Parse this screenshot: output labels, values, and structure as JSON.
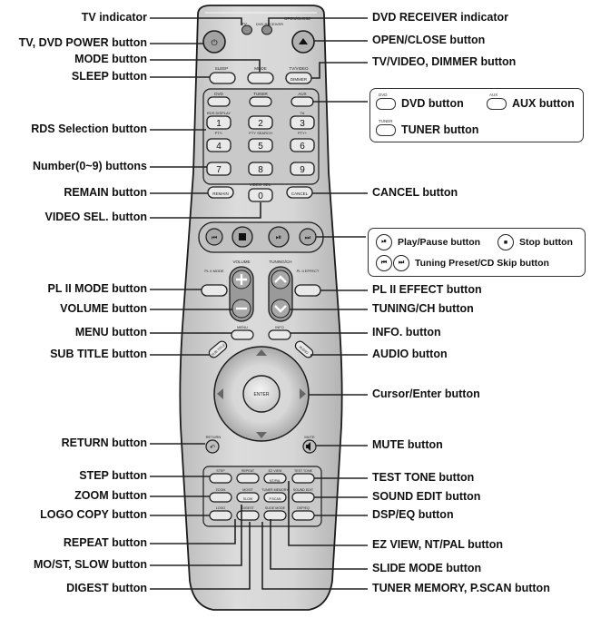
{
  "labels_left": [
    {
      "id": "tv-indicator",
      "text": "TV indicator"
    },
    {
      "id": "tv-dvd-power-button",
      "text": "TV, DVD POWER button"
    },
    {
      "id": "mode-button",
      "text": "MODE button"
    },
    {
      "id": "sleep-button",
      "text": "SLEEP button"
    },
    {
      "id": "rds-selection-button",
      "text": "RDS Selection button"
    },
    {
      "id": "number-buttons",
      "text": "Number(0~9) buttons"
    },
    {
      "id": "remain-button",
      "text": "REMAIN button"
    },
    {
      "id": "video-sel-button",
      "text": "VIDEO SEL. button"
    },
    {
      "id": "pl2-mode-button",
      "text": "PL II MODE button"
    },
    {
      "id": "volume-button",
      "text": "VOLUME button"
    },
    {
      "id": "menu-button",
      "text": "MENU button"
    },
    {
      "id": "subtitle-button",
      "text": "SUB TITLE button"
    },
    {
      "id": "return-button",
      "text": "RETURN button"
    },
    {
      "id": "step-button",
      "text": "STEP button"
    },
    {
      "id": "zoom-button",
      "text": "ZOOM button"
    },
    {
      "id": "logo-copy-button",
      "text": "LOGO COPY button"
    },
    {
      "id": "repeat-button",
      "text": "REPEAT button"
    },
    {
      "id": "mo-st-slow-button",
      "text": "MO/ST, SLOW button"
    },
    {
      "id": "digest-button",
      "text": "DIGEST button"
    }
  ],
  "labels_right": [
    {
      "id": "dvd-receiver-indicator",
      "text": "DVD RECEIVER indicator"
    },
    {
      "id": "open-close-button",
      "text": "OPEN/CLOSE button"
    },
    {
      "id": "tv-video-dimmer-button",
      "text": "TV/VIDEO, DIMMER button"
    },
    {
      "id": "cancel-button",
      "text": "CANCEL button"
    },
    {
      "id": "pl2-effect-button",
      "text": "PL II EFFECT button"
    },
    {
      "id": "tuning-ch-button",
      "text": "TUNING/CH button"
    },
    {
      "id": "info-button",
      "text": "INFO. button"
    },
    {
      "id": "audio-button",
      "text": "AUDIO button"
    },
    {
      "id": "cursor-enter-button",
      "text": "Cursor/Enter button"
    },
    {
      "id": "mute-button",
      "text": "MUTE button"
    },
    {
      "id": "test-tone-button",
      "text": "TEST TONE button"
    },
    {
      "id": "sound-edit-button",
      "text": "SOUND EDIT button"
    },
    {
      "id": "dsp-eq-button",
      "text": "DSP/EQ button"
    },
    {
      "id": "ez-view-nt-pal-button",
      "text": "EZ VIEW, NT/PAL button"
    },
    {
      "id": "slide-mode-button",
      "text": "SLIDE MODE button"
    },
    {
      "id": "tuner-memory-pscan-button",
      "text": "TUNER MEMORY, P.SCAN button"
    }
  ],
  "legend_source": {
    "dvd_button": "DVD button",
    "aux_button": "AUX button",
    "tuner_button": "TUNER button",
    "icon_dvd": "DVD",
    "icon_aux": "AUX",
    "icon_tuner": "TUNER"
  },
  "legend_playback": {
    "play_pause": "Play/Pause button",
    "stop": "Stop button",
    "tuning_preset": "Tuning Preset/CD Skip button"
  },
  "remote": {
    "top": {
      "tv": "TV",
      "dvd_receiver": "DVD RECEIVER",
      "open_close": "OPEN/CLOSE",
      "sleep": "SLEEP",
      "mode": "MODE",
      "tv_video": "TV/VIDEO",
      "dimmer": "DIMMER"
    },
    "sources": {
      "dvd": "DVD",
      "tuner": "TUNER",
      "aux": "AUX"
    },
    "rds": {
      "rds_display": "RDS DISPLAY",
      "ta": "TA",
      "pty_minus": "PTY-",
      "pty_search": "PTY SEARCH",
      "pty_plus": "PTY+"
    },
    "numbers": [
      "1",
      "2",
      "3",
      "4",
      "5",
      "6",
      "7",
      "8",
      "9",
      "0"
    ],
    "remain": "REMAIN",
    "video_sel": "VIDEO SEL.",
    "cancel": "CANCEL",
    "volume": "VOLUME",
    "tuning_ch": "TUNING/CH",
    "pl2_mode": "PL II MODE",
    "pl2_effect": "PL II EFFECT",
    "menu": "MENU",
    "info": "INFO",
    "subtitle": "SUB TITLE",
    "audio": "AUDIO",
    "enter": "ENTER",
    "return": "RETURN",
    "mute": "MUTE",
    "bottom_grid": [
      [
        "STEP",
        "REPEAT",
        "EZ VIEW",
        "TEST TONE"
      ],
      [
        "ZOOM",
        "MO/ST",
        "TUNER MEMORY",
        "SOUND EDIT"
      ],
      [
        "LOGO",
        "DIGEST",
        "SLIDE MODE",
        "DSP/EQ"
      ]
    ],
    "bottom_sub": {
      "nt_pal": "NT/PAL",
      "slow": "SLOW",
      "p_scan": "P.SCAN"
    }
  },
  "colors": {
    "body": "#d2d2d2",
    "button": "#e9e9e9",
    "dark_button": "#9a9a9a",
    "outline": "#1c1c1c",
    "ring": "#b8b8b8"
  }
}
